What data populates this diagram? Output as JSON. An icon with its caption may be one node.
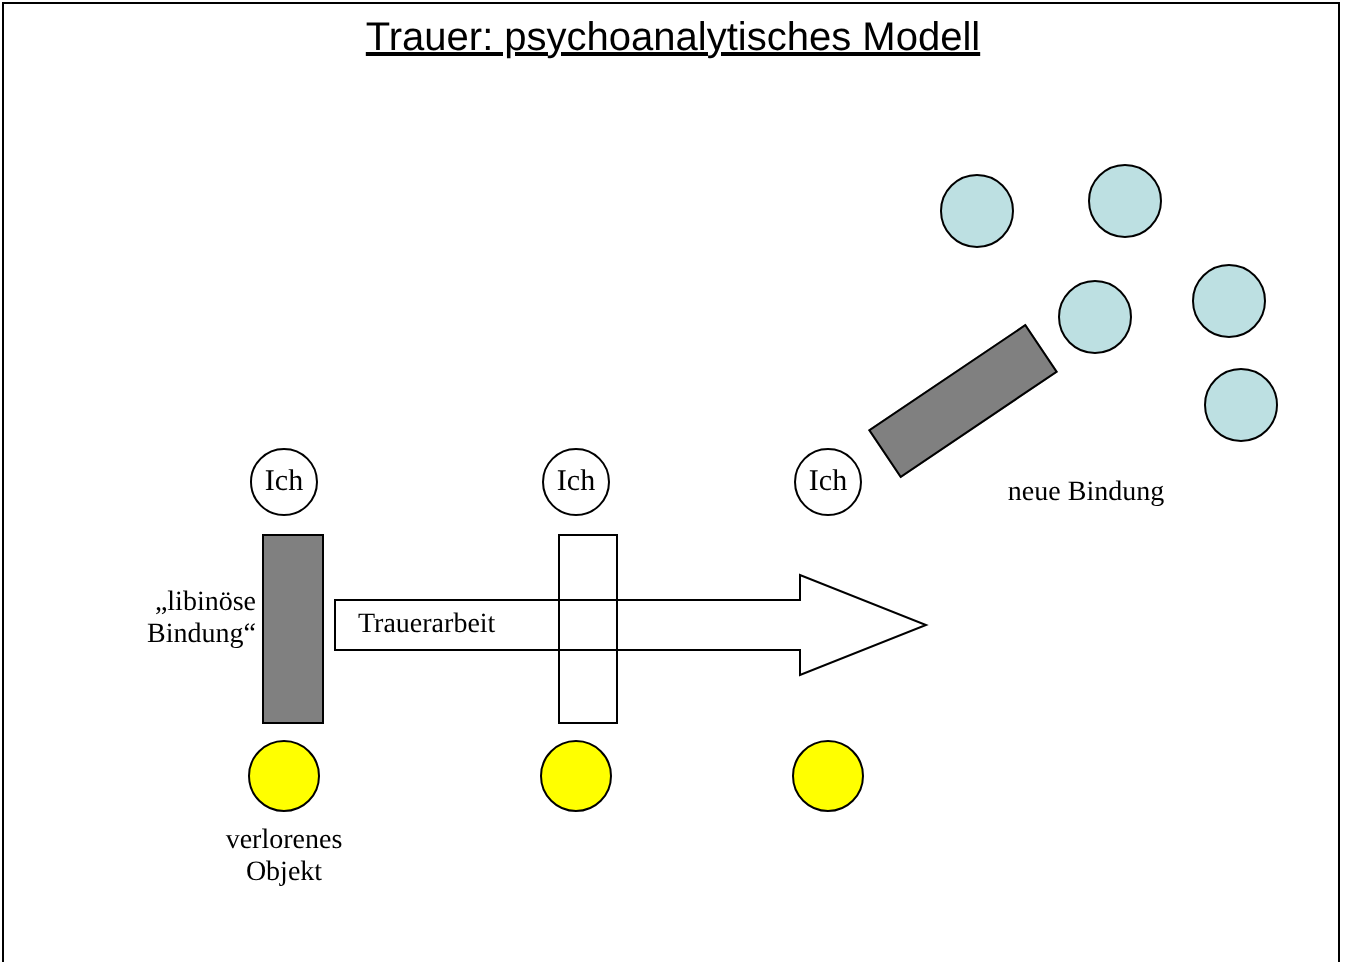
{
  "diagram": {
    "title": "Trauer: psychoanalytisches Modell",
    "nodes": [
      {
        "text": [
          "Ich"
        ]
      },
      {
        "text": [
          "Ich"
        ]
      },
      {
        "text": [
          "Ich"
        ]
      },
      {
        "text": [],
        "shape": "bar",
        "beside": [
          "„libinöse Bindung“"
        ]
      },
      {
        "text": [],
        "shape": "bar"
      },
      {
        "text": [
          "Trauerarbeit"
        ]
      },
      {
        "text": [],
        "shape": "circle",
        "beside": [
          "verlorenes Objekt"
        ]
      },
      {
        "text": [],
        "shape": "circle"
      },
      {
        "text": [],
        "shape": "circle"
      },
      {
        "text": [],
        "shape": "bar",
        "beside": [
          "neue Bindung"
        ]
      },
      {
        "text": [],
        "shape": "circle"
      },
      {
        "text": [],
        "shape": "circle"
      },
      {
        "text": [],
        "shape": "circle"
      },
      {
        "text": [],
        "shape": "circle"
      },
      {
        "text": [],
        "shape": "circle"
      }
    ]
  }
}
